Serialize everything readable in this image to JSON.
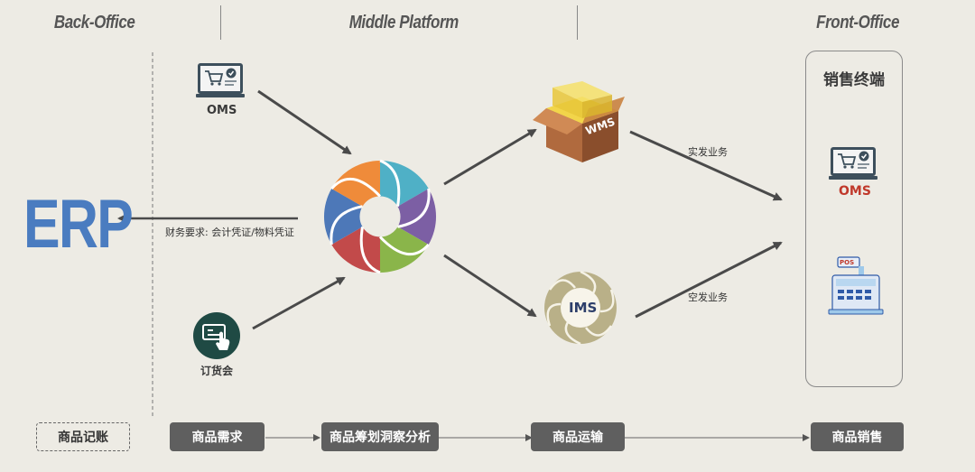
{
  "headers": {
    "back_office": "Back-Office",
    "middle_platform": "Middle Platform",
    "front_office": "Front-Office"
  },
  "erp": {
    "label": "ERP"
  },
  "erp_arrow_label": "财务要求: 会计凭证/物料凭证",
  "oms_left": {
    "label": "OMS",
    "icon": "cart-monitor-icon"
  },
  "order_fair": {
    "label": "订货会",
    "icon": "touch-card-icon"
  },
  "hub": {
    "icon": "circular-flow-icon"
  },
  "wms": {
    "label": "WMS",
    "icon": "box-icon"
  },
  "ims": {
    "label": "IMS",
    "icon": "ims-ring-icon"
  },
  "flows": {
    "real_shipping": "实发业务",
    "empty_shipping": "空发业务"
  },
  "sales_terminal": {
    "title": "销售终端",
    "oms_label": "OMS",
    "pos_label": "POS"
  },
  "bottom_steps": {
    "bookkeeping": "商品记账",
    "demand": "商品需求",
    "planning": "商品筹划洞察分析",
    "transport": "商品运输",
    "sales": "商品销售"
  },
  "colors": {
    "background": "#edebe4",
    "erp_blue": "#4a7cc0",
    "step_box": "#5f5f5f",
    "oms_red": "#c0392b",
    "wms_brown": "#8b5a3c",
    "ims_tan": "#b9b088"
  }
}
